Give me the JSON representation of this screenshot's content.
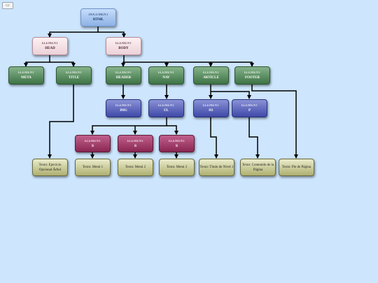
{
  "window": {
    "restore_glyph": "▭"
  },
  "diagram": {
    "nodes": {
      "html": {
        "kind": "DOCUMENT",
        "tag": "HTML"
      },
      "head": {
        "kind": "ELEMENT",
        "tag": "HEAD"
      },
      "body": {
        "kind": "ELEMENT",
        "tag": "BODY"
      },
      "meta": {
        "kind": "ELEMENT",
        "tag": "META"
      },
      "title": {
        "kind": "ELEMENT",
        "tag": "TITLE"
      },
      "header": {
        "kind": "ELEMENT",
        "tag": "HEADER"
      },
      "nav": {
        "kind": "ELEMENT",
        "tag": "NAV"
      },
      "article": {
        "kind": "ELEMENT",
        "tag": "ARTICLE"
      },
      "footer": {
        "kind": "ELEMENT",
        "tag": "FOOTER"
      },
      "img": {
        "kind": "ELEMENT",
        "tag": "IMG"
      },
      "ul": {
        "kind": "ELEMENT",
        "tag": "UL"
      },
      "h1": {
        "kind": "ELEMENT",
        "tag": "H1"
      },
      "p": {
        "kind": "ELEMENT",
        "tag": "P"
      },
      "li1": {
        "kind": "ELEMENT",
        "tag": "li"
      },
      "li2": {
        "kind": "ELEMENT",
        "tag": "li"
      },
      "li3": {
        "kind": "ELEMENT",
        "tag": "li"
      },
      "t_title": {
        "text": "Texto: Ejercicio Opcional Árbol"
      },
      "t_m1": {
        "text": "Texto: Menú 1"
      },
      "t_m2": {
        "text": "Texto: Menú 2"
      },
      "t_m3": {
        "text": "Texto: Menú 3"
      },
      "t_h1": {
        "text": "Texto: Título de Nivel 1"
      },
      "t_p": {
        "text": "Texto: Contenido de la Página"
      },
      "t_foot": {
        "text": "Texto: Pie de Página"
      }
    },
    "colors": {
      "document": "#8cb2e6",
      "head_body": "#ecd2d8",
      "level_elements": "#3d7346",
      "inner_elements": "#3f49a8",
      "list_items": "#8a2752",
      "text_nodes": "#aeb071",
      "connector": "#000000",
      "background": "#cde5fd"
    }
  }
}
